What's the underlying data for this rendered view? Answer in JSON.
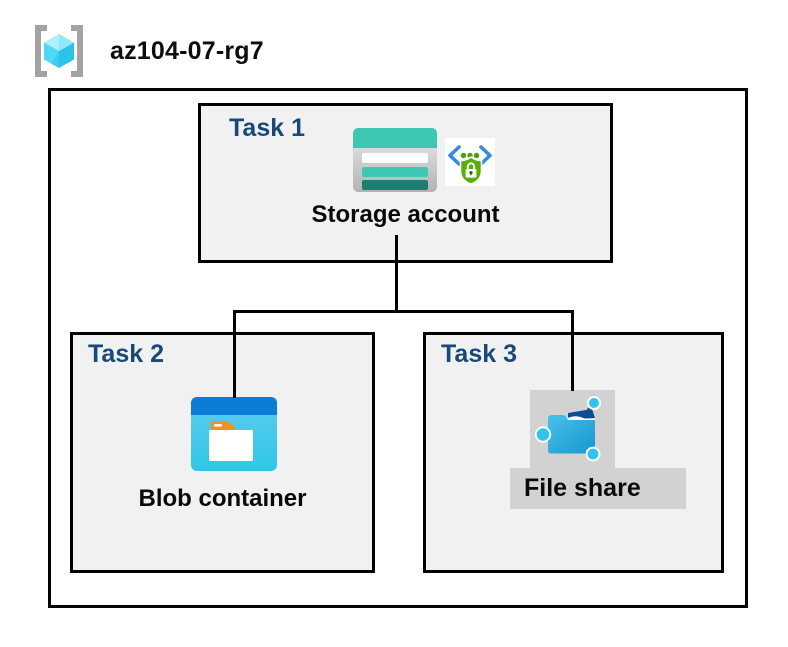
{
  "header": {
    "resource_group_name": "az104-07-rg7"
  },
  "tasks": [
    {
      "label": "Task 1",
      "item": "Storage account"
    },
    {
      "label": "Task 2",
      "item": "Blob container"
    },
    {
      "label": "Task 3",
      "item": "File share"
    }
  ],
  "icons": {
    "header": "resource-group-cube-icon",
    "task1": [
      "storage-account-icon",
      "code-brackets-shield-lock-icon"
    ],
    "task2": [
      "blob-container-folder-icon"
    ],
    "task3": [
      "file-share-folder-network-icon"
    ]
  },
  "colors": {
    "task_label_navy": "#17497a",
    "task_box_fill": "#f1f1f1",
    "box_border": "#000000",
    "storage_teal": "#3dc8b3",
    "storage_teal_dark": "#1f7e72",
    "blob_header_blue": "#0d7bd8",
    "blob_body_cyan": "#3fc9e9",
    "blob_tab_orange": "#f29122",
    "file_share_navy": "#0a4e91",
    "file_share_dot_cyan": "#2cc4f4",
    "selection_gray": "#d2d2d2",
    "shield_green": "#56b000",
    "bracket_blue": "#2e8de0",
    "rg_bracket_gray": "#a3a3a3",
    "rg_cube_cyan": "#7de5f9"
  }
}
